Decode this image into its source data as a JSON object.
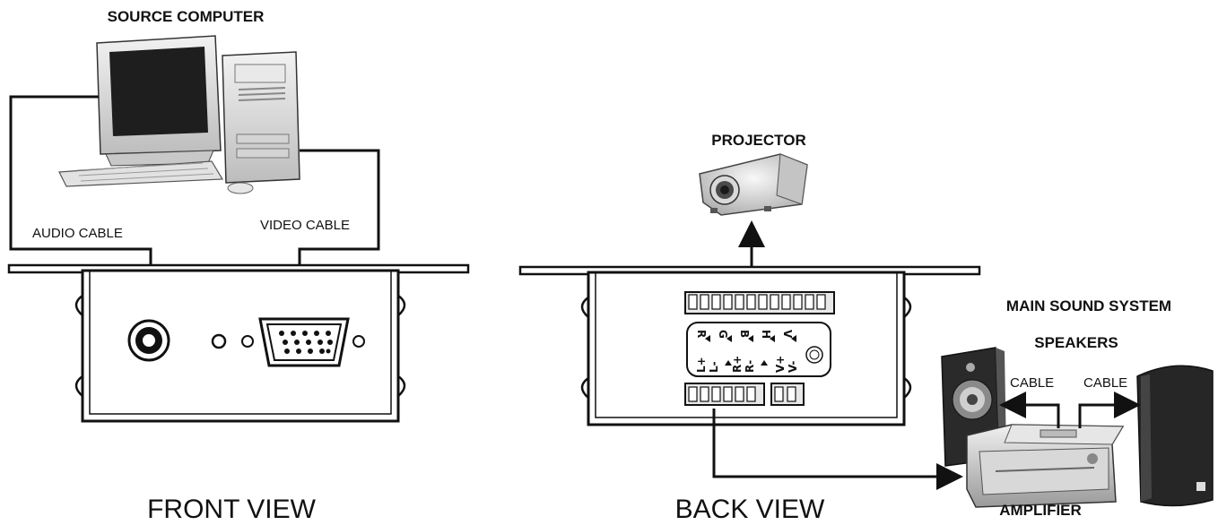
{
  "labels": {
    "source_computer": "SOURCE COMPUTER",
    "projector": "PROJECTOR",
    "main_sound_system": "MAIN SOUND SYSTEM",
    "speakers": "SPEAKERS",
    "amplifier": "AMPLIFIER",
    "audio_cable": "AUDIO CABLE",
    "video_cable": "VIDEO CABLE",
    "cable_left": "CABLE",
    "cable_right": "CABLE",
    "front_view": "FRONT VIEW",
    "back_view": "BACK VIEW"
  },
  "back_panel": {
    "video_pins": [
      "R",
      "G",
      "B",
      "H",
      "V"
    ],
    "audio_pins": [
      "L+",
      "L-",
      "R+",
      "R-",
      "V+",
      "V-"
    ]
  },
  "colors": {
    "line": "#111111",
    "panel_fill": "#ffffff",
    "device_gray": "#d8d8d8",
    "speaker_dark": "#2a2a2a"
  }
}
